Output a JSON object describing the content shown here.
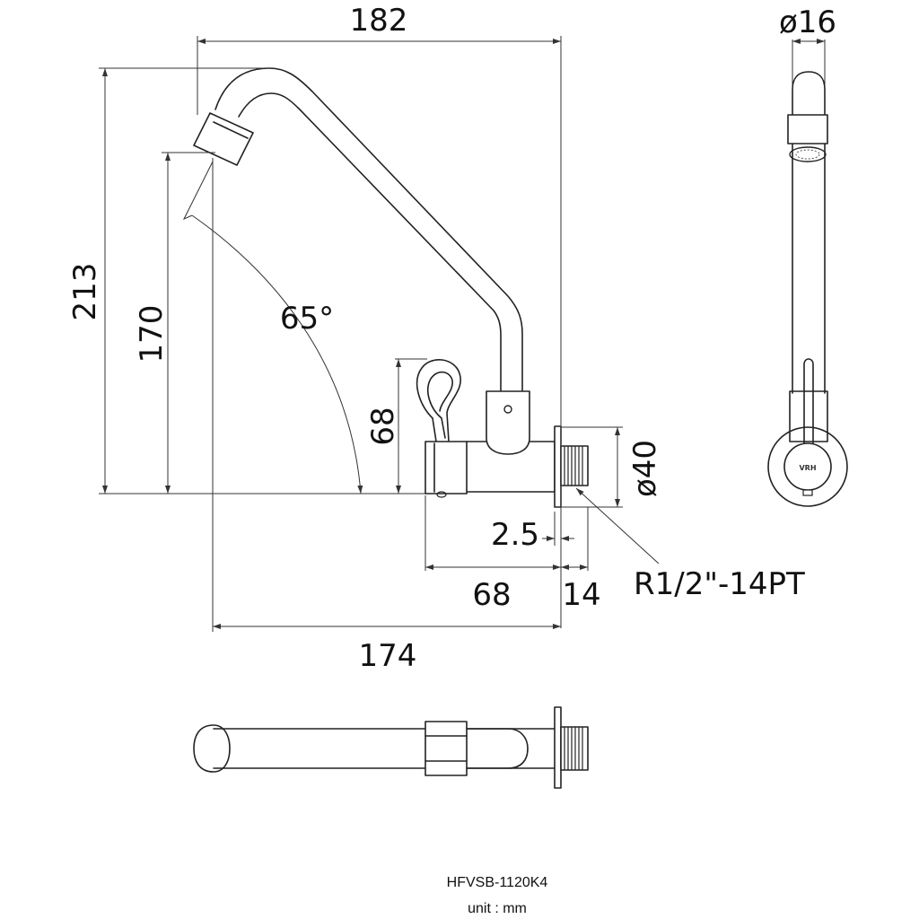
{
  "dimensions": {
    "width_top": "182",
    "height_total": "213",
    "height_spout": "170",
    "angle": "65°",
    "lever_height": "68",
    "flange_diameter": "ø40",
    "flange_thickness": "2.5",
    "body_length": "68",
    "thread_length": "14",
    "reach": "174",
    "spout_diameter": "ø16"
  },
  "thread_spec": "R1/2\"-14PT",
  "logo_text": "VRH",
  "model": "HFVSB-1120K4",
  "unit": "unit : mm"
}
